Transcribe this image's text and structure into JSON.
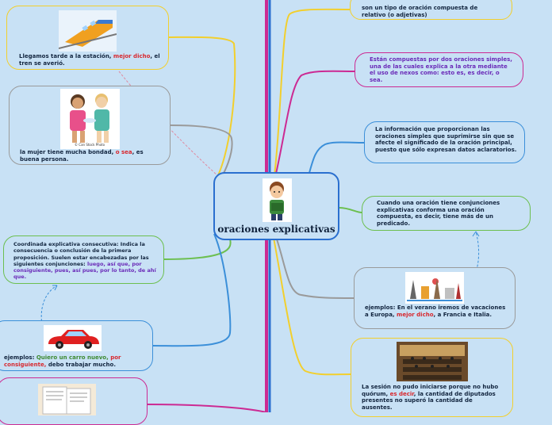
{
  "central": {
    "title": "oraciones explicativas",
    "image": "boy-reading-book"
  },
  "left_nodes": [
    {
      "text_a": "Llegamos tarde a la estación, ",
      "highlight": "mejor dicho",
      "text_b": ", el tren se averió.",
      "image": "train"
    },
    {
      "text_a": "la mujer tiene mucha bondad, ",
      "highlight": "o sea",
      "text_b": ", es buena persona.",
      "image": "women-sharing",
      "caption": "© Can Stock Photo"
    },
    {
      "text_a": "Coordinada explicativa consecutiva: Indica la consecuencia o conclusión de la primera proposición. Suelen estar encabezadas por las siguientes conjunciones: ",
      "highlight": "luego, así que, por consiguiente, pues, así pues, por lo tanto, de ahí que."
    },
    {
      "text_a": "ejemplos: ",
      "green": "Quiero un carro nuevo,",
      "highlight": " por consiguiente,",
      "text_b": " debo trabajar mucho.",
      "image": "red-car"
    },
    {
      "image": "document-papers"
    }
  ],
  "right_nodes": [
    {
      "text": "son un tipo de oración compuesta de relativo (o adjetivas)"
    },
    {
      "text": "Están compuestas por dos oraciones simples, una de las cuales explica a la otra mediante el uso de nexos como: esto es, es decir, o sea."
    },
    {
      "text": "La información que proporcionan las oraciones simples que suprimirse sin que se afecte el significado de la oración principal, puesto que sólo expresan datos aclaratorios."
    },
    {
      "text": "Cuando una oración tiene conjunciones explicativas conforma una oración compuesta, es decir, tiene más de un predicado."
    },
    {
      "text_a": "ejemplos: ",
      "green": "En el verano iremos de vacaciones a Europa,",
      "highlight": " mejor dicho",
      "text_b": ", a Francia e Italia.",
      "image": "travel-landmarks"
    },
    {
      "text_a": "La sesión no pudo iniciarse porque no hubo quórum, ",
      "highlight": "es decir",
      "text_b": ", la cantidad de diputados presentes no superó la cantidad de ausentes.",
      "image": "parliament-chamber"
    }
  ],
  "colors": {
    "background": "#c8e1f5",
    "magenta": "#cc2a93",
    "yellow": "#f2cf2d",
    "gray": "#9a9a9a",
    "green": "#6cbf4f",
    "blue": "#3b8fd9",
    "pink": "#e08aa0",
    "highlight_red": "#d8282e",
    "highlight_purple": "#6a2bb8"
  }
}
